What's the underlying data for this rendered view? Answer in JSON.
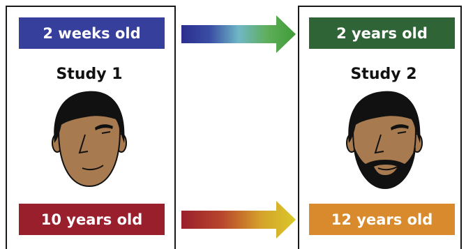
{
  "study_1": {
    "label": "Study 1",
    "start_age": "2 weeks old",
    "end_age": "10 years old"
  },
  "study_2": {
    "label": "Study 2",
    "start_age": "2 years old",
    "end_age": "12 years old"
  },
  "colors": {
    "study1_start": "#363f9b",
    "study2_start": "#2f6536",
    "study1_end": "#9a1f2d",
    "study2_end": "#d98a2c",
    "skin": "#a87a4f",
    "hair": "#111111"
  },
  "icons": [
    "face-icon",
    "bearded-face-icon",
    "arrow-right-icon"
  ]
}
